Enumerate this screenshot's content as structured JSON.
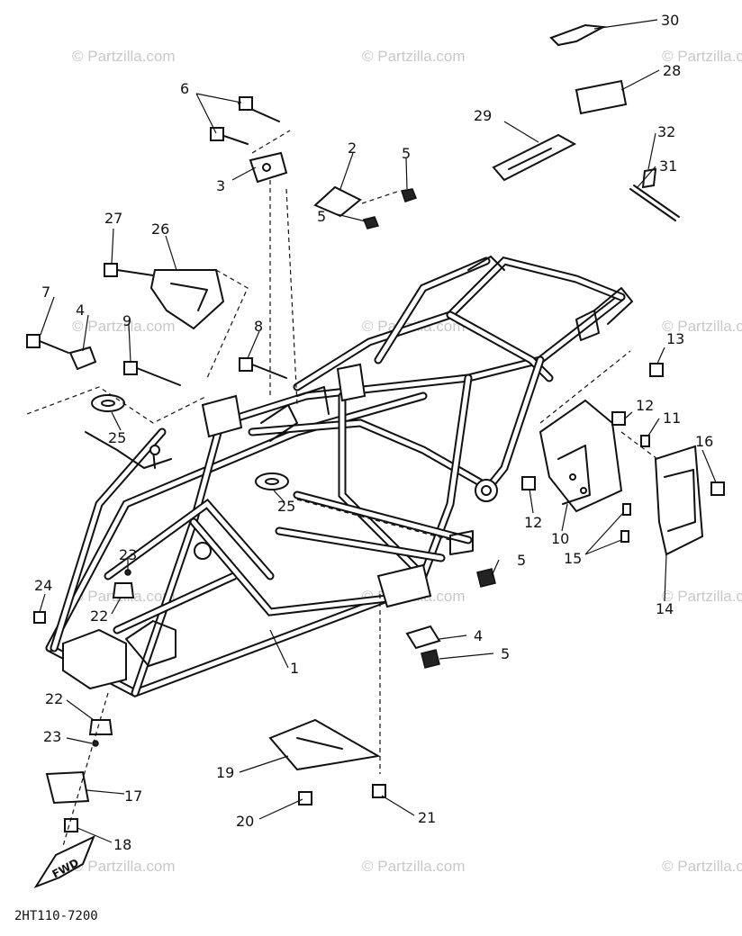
{
  "diagram": {
    "drawing_code": "2HT110-7200",
    "direction_tag": "FWD",
    "watermark": "© Partzilla.com",
    "callouts": [
      "1",
      "2",
      "3",
      "4",
      "5",
      "6",
      "7",
      "8",
      "9",
      "10",
      "11",
      "12",
      "13",
      "14",
      "15",
      "16",
      "17",
      "18",
      "19",
      "20",
      "21",
      "22",
      "23",
      "24",
      "25",
      "26",
      "27",
      "28",
      "29",
      "30",
      "31",
      "32"
    ]
  }
}
